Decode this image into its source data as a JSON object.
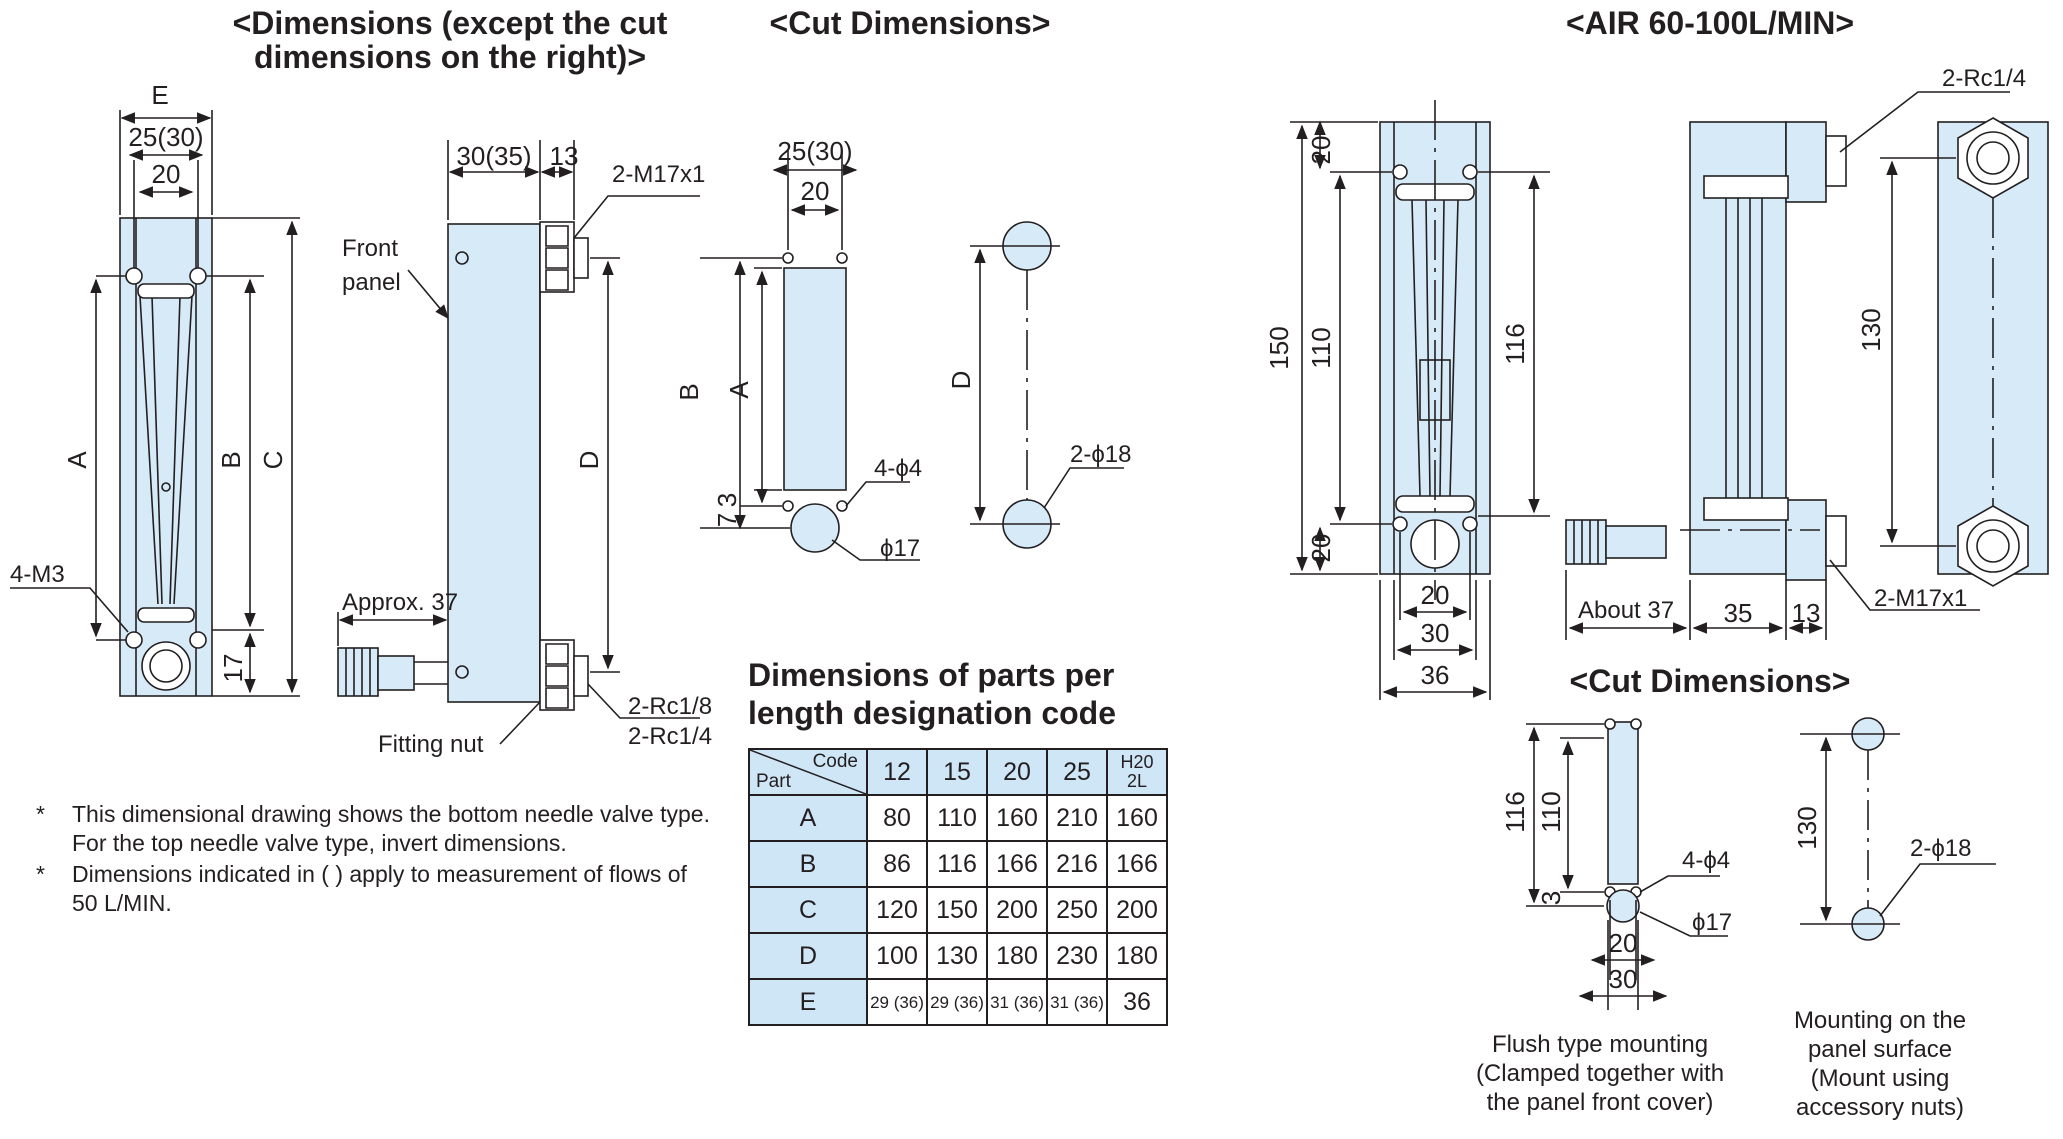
{
  "headings": {
    "dims": "<Dimensions (except the cut dimensions on the right)>",
    "cut_left": "<Cut Dimensions>",
    "air": "<AIR 60-100L/MIN>",
    "cut_right": "<Cut Dimensions>",
    "parts_table": "Dimensions of parts per length designation code"
  },
  "labels_left": {
    "E": "E",
    "w25": "25(30)",
    "w20": "20",
    "A": "A",
    "B": "B",
    "C": "C",
    "m3": "4-M3",
    "d17": "17",
    "w30": "30(35)",
    "w13": "13",
    "m17": "2-M17x1",
    "front_panel": "Front panel",
    "D": "D",
    "approx37": "Approx. 37",
    "rc18": "2-Rc1/8",
    "rc14": "2-Rc1/4",
    "fitting_nut": "Fitting nut"
  },
  "labels_cut": {
    "w25": "25(30)",
    "w20": "20",
    "B": "B",
    "A": "A",
    "d7": "7",
    "d3": "3",
    "phi4": "4-ϕ4",
    "phi17": "ϕ17",
    "D": "D",
    "phi18": "2-ϕ18"
  },
  "labels_air": {
    "d150": "150",
    "d110": "110",
    "d20a": "20",
    "d20b": "20",
    "d116": "116",
    "w20": "20",
    "w30": "30",
    "w36": "36",
    "rc14": "2-Rc1/4",
    "about37": "About 37",
    "w35": "35",
    "w13": "13",
    "m17": "2-M17x1",
    "d130": "130"
  },
  "labels_air_cut": {
    "d116": "116",
    "d110": "110",
    "d3": "3",
    "phi4": "4-ϕ4",
    "phi17": "ϕ17",
    "w20": "20",
    "w30": "30",
    "d130": "130",
    "phi18": "2-ϕ18"
  },
  "notes": [
    {
      "mark": "*",
      "text": "This dimensional drawing shows the bottom needle valve type. For the top needle valve type, invert dimensions."
    },
    {
      "mark": "*",
      "text": "Dimensions indicated in ( ) apply to measurement of flows of 50 L/MIN."
    }
  ],
  "captions": {
    "flush": "Flush type mounting (Clamped together with the panel front cover)",
    "panel": "Mounting on the panel surface (Mount using accessory nuts)"
  },
  "table": {
    "corner_code": "Code",
    "corner_part": "Part",
    "codes": [
      "12",
      "15",
      "20",
      "25",
      "H20 2L"
    ],
    "rows": [
      {
        "part": "A",
        "values": [
          "80",
          "110",
          "160",
          "210",
          "160"
        ]
      },
      {
        "part": "B",
        "values": [
          "86",
          "116",
          "166",
          "216",
          "166"
        ]
      },
      {
        "part": "C",
        "values": [
          "120",
          "150",
          "200",
          "250",
          "200"
        ]
      },
      {
        "part": "D",
        "values": [
          "100",
          "130",
          "180",
          "230",
          "180"
        ]
      },
      {
        "part": "E",
        "values": [
          "29 (36)",
          "29 (36)",
          "31 (36)",
          "31 (36)",
          "36"
        ]
      }
    ]
  },
  "colors": {
    "fill": "#d6eaf8",
    "line": "#231f20",
    "table_header": "#cfe6f7"
  }
}
